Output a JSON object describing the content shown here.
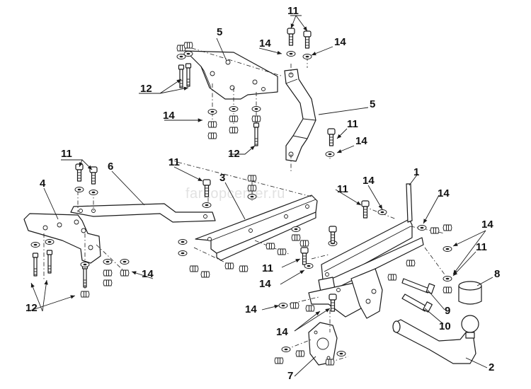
{
  "watermark": "farkopcenter.ru",
  "callouts": {
    "c1": "1",
    "c2": "2",
    "c3": "3",
    "c4": "4",
    "c5a": "5",
    "c5b": "5",
    "c6": "6",
    "c7": "7",
    "c8": "8",
    "c9": "9",
    "c10": "10",
    "c11a": "11",
    "c11b": "11",
    "c11c": "11",
    "c11d": "11",
    "c11e": "11",
    "c11f": "11",
    "c11g": "11",
    "c12a": "12",
    "c12b": "12",
    "c12c": "12",
    "c14a": "14",
    "c14b": "14",
    "c14c": "14",
    "c14d": "14",
    "c14e": "14",
    "c14f": "14",
    "c14g": "14",
    "c14h": "14",
    "c14i": "14",
    "c14j": "14",
    "c14k": "14"
  }
}
